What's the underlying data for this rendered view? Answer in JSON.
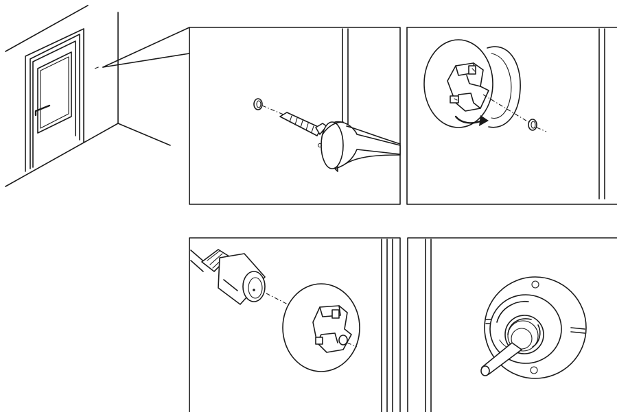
{
  "illustration": {
    "scenes": [
      {
        "step": "room-overview",
        "icons": [
          "door-icon",
          "wall-corner-icon",
          "callout-icon"
        ]
      },
      {
        "step": "drill-hole",
        "icons": [
          "drill-icon",
          "wall-hole-icon"
        ]
      },
      {
        "step": "attach-bracket",
        "icons": [
          "mount-bracket-icon",
          "rotate-arrow-icon",
          "wall-hole-icon"
        ]
      },
      {
        "step": "insert-camera",
        "icons": [
          "camera-cylinder-icon",
          "cable-icon",
          "mount-plate-icon"
        ]
      },
      {
        "step": "mounted-result",
        "icons": [
          "mounted-camera-icon",
          "cable-icon"
        ]
      }
    ],
    "colors": {
      "stroke": "#1a1a1a",
      "background": "#ffffff"
    }
  }
}
